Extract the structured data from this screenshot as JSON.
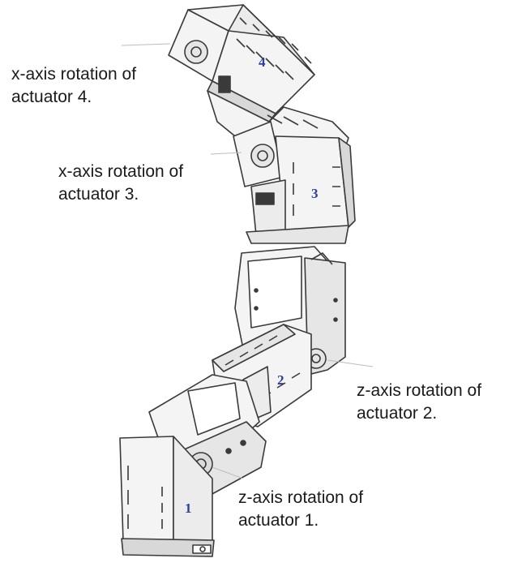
{
  "annotations": [
    {
      "id": "act4",
      "line1": "x-axis rotation of",
      "line2": "actuator 4."
    },
    {
      "id": "act3",
      "line1": "x-axis rotation of",
      "line2": "actuator 3."
    },
    {
      "id": "act2",
      "line1": "z-axis rotation of",
      "line2": "actuator 2."
    },
    {
      "id": "act1",
      "line1": "z-axis rotation of",
      "line2": "actuator 1."
    }
  ],
  "actuator_labels": [
    "1",
    "2",
    "3",
    "4"
  ],
  "colors": {
    "line": "#3a3a3a",
    "panel": "#f4f4f4",
    "panel_dark": "#d8d8d8",
    "number": "#2d3f9a",
    "text": "#1a1a1a"
  }
}
